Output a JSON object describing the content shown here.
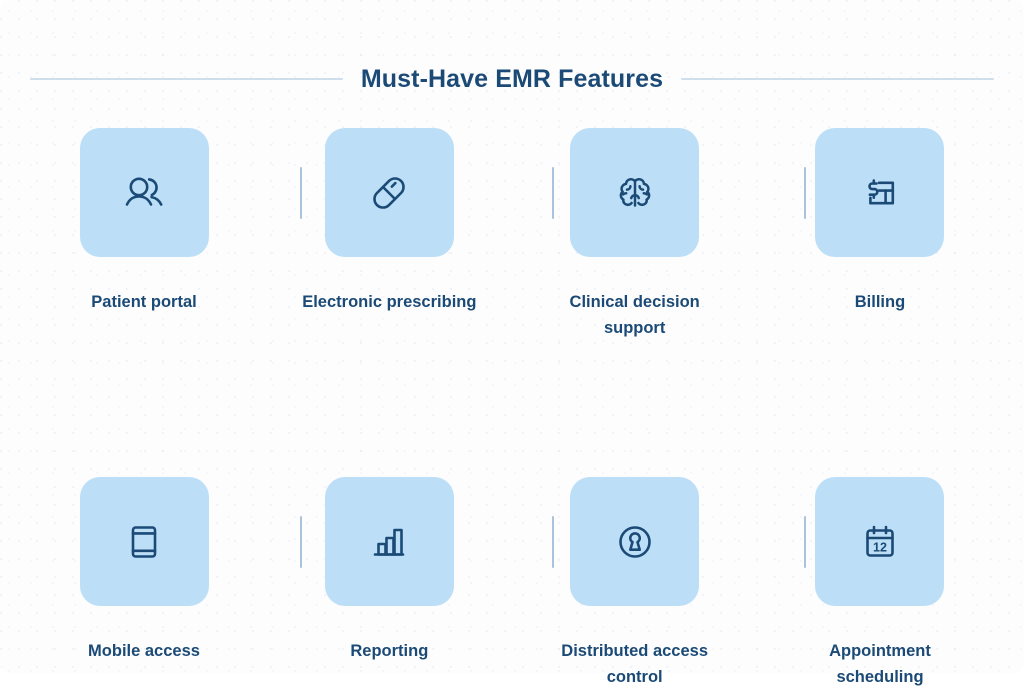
{
  "header": {
    "title": "Must-Have EMR Features"
  },
  "colors": {
    "title_text": "#1b4a76",
    "label_text": "#1b4a76",
    "tile_background": "#bcdff7",
    "icon_stroke": "#1b4a76",
    "divider": "#a9c3dc",
    "title_rule": "#cfdeec",
    "page_background": "#fdfdfe"
  },
  "features": [
    {
      "label": "Patient portal",
      "icon": "two-people-icon"
    },
    {
      "label": "Electronic prescribing",
      "icon": "pill-capsule-icon"
    },
    {
      "label": "Clinical decision support",
      "icon": "brain-icon"
    },
    {
      "label": "Billing",
      "icon": "dollar-invoice-icon"
    },
    {
      "label": "Mobile access",
      "icon": "tablet-device-icon"
    },
    {
      "label": "Reporting",
      "icon": "bar-chart-icon"
    },
    {
      "label": "Distributed access control",
      "icon": "keyhole-circle-icon"
    },
    {
      "label": "Appointment scheduling",
      "icon": "calendar-12-icon"
    }
  ],
  "calendar_icon": {
    "day_number": "12"
  }
}
